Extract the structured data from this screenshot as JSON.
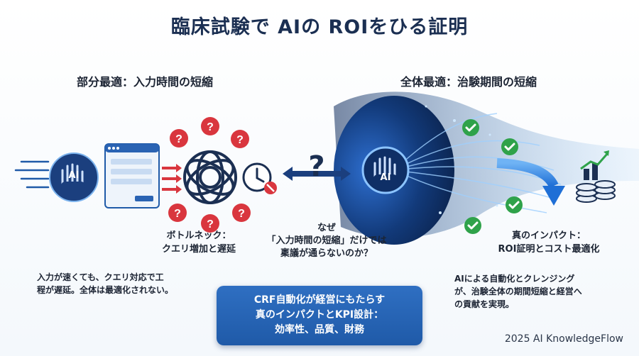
{
  "title": "臨床試験で AIの ROIをひる証明",
  "left": {
    "heading": "部分最適：入力時間の短縮",
    "bottleneck_line1": "ボトルネック：",
    "bottleneck_line2": "クエリ増加と遅延",
    "desc_line1": "入力が速くても、クエリ対応で工",
    "desc_line2": "程が遅延。全体は最適化されない。",
    "ai_badge": "AI"
  },
  "right": {
    "heading": "全体最適：治験期間の短縮",
    "impact_line1": "真のインパクト：",
    "impact_line2": "ROI証明とコスト最適化",
    "desc_line1": "AIによる自動化とクレンジング",
    "desc_line2": "が、治験全体の期間短縮と経営へ",
    "desc_line3": "の貢献を実現。",
    "ai_badge": "AI"
  },
  "center": {
    "q1": "なぜ",
    "q2": "「入力時間の短縮」だけでは",
    "q3": "稟議が通らないのか？",
    "question_mark": "?"
  },
  "crf": {
    "line1": "CRF自動化が経営にもたらす",
    "line2": "真のインパクトとKPI設計：",
    "line3": "効率性、品質、財務"
  },
  "footer": "2025 AI KnowledgeFlow",
  "colors": {
    "accent": "#1f5aa8",
    "alert": "#d9363e",
    "check": "#2fa24a",
    "navy": "#1b2f52"
  }
}
